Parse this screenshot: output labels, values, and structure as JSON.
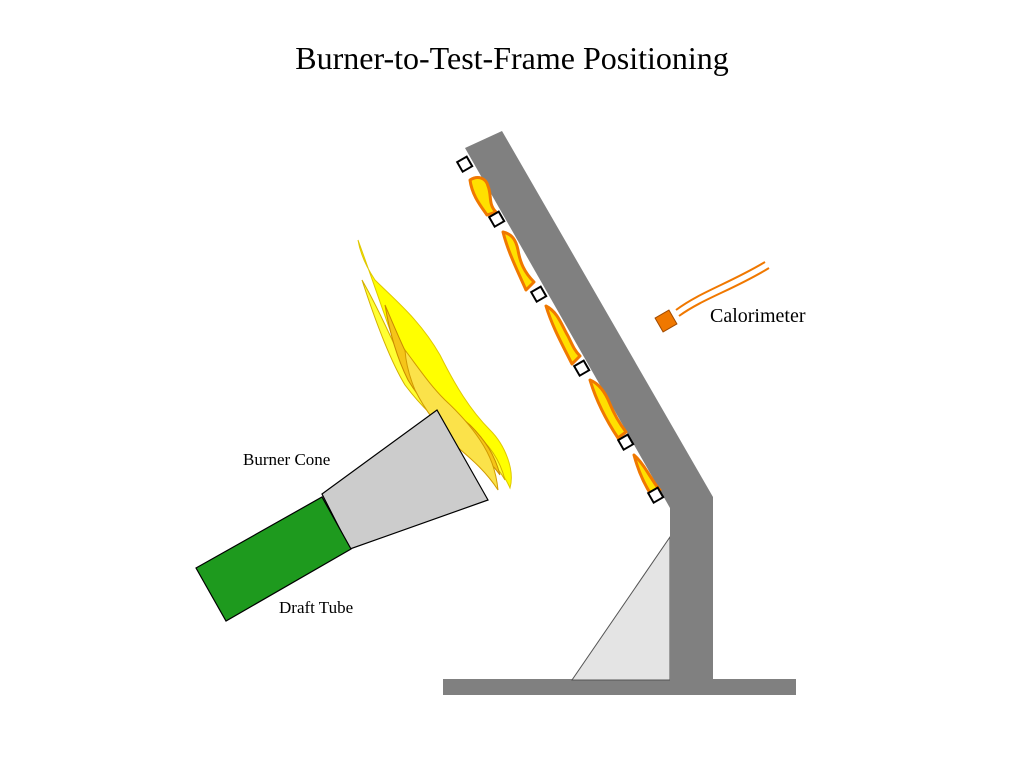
{
  "title": "Burner-to-Test-Frame Positioning",
  "labels": {
    "burner_cone": "Burner Cone",
    "draft_tube": "Draft Tube",
    "calorimeter": "Calorimeter"
  },
  "colors": {
    "frame": "#808080",
    "brace": "#e4e4e4",
    "burner_cone": "#cccccc",
    "draft_tube": "#1e9a1e",
    "flame_outer": "#ffff00",
    "flame_inner": "#f5c518",
    "flame_edge": "#d99a00",
    "specimen_fill": "#ffe000",
    "specimen_edge": "#f07800",
    "calorimeter": "#f07800"
  }
}
